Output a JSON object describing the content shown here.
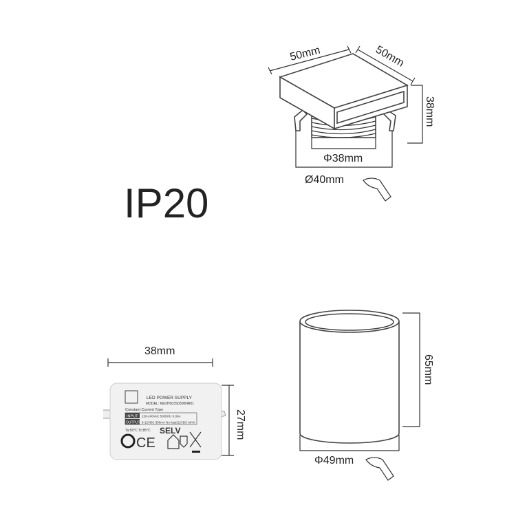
{
  "rating": "IP20",
  "fixture_top": {
    "width_label": "50mm",
    "depth_label": "50mm",
    "height_label": "38mm",
    "inner_diameter_label": "Φ38mm",
    "cutout_diameter_label": "Ø40mm"
  },
  "driver": {
    "width_label": "38mm",
    "height_label": "27mm",
    "label": {
      "title": "LED POWER SUPPLY",
      "model": "MODEL: KEDH003S0300NR01",
      "type": "Constant Current Type",
      "input_tag": "INPUT",
      "input_value": "220-240VAC 50/60Hz 0.08A",
      "output_tag": "OUTPUT",
      "output_value": "6-12VDC 300mA No load:22VDC MAX.",
      "temps": "Ta:50°C  Tc:85°C",
      "selv": "SELV",
      "ce": "CE"
    }
  },
  "cylinder": {
    "height_label": "65mm",
    "diameter_label": "Φ49mm"
  }
}
